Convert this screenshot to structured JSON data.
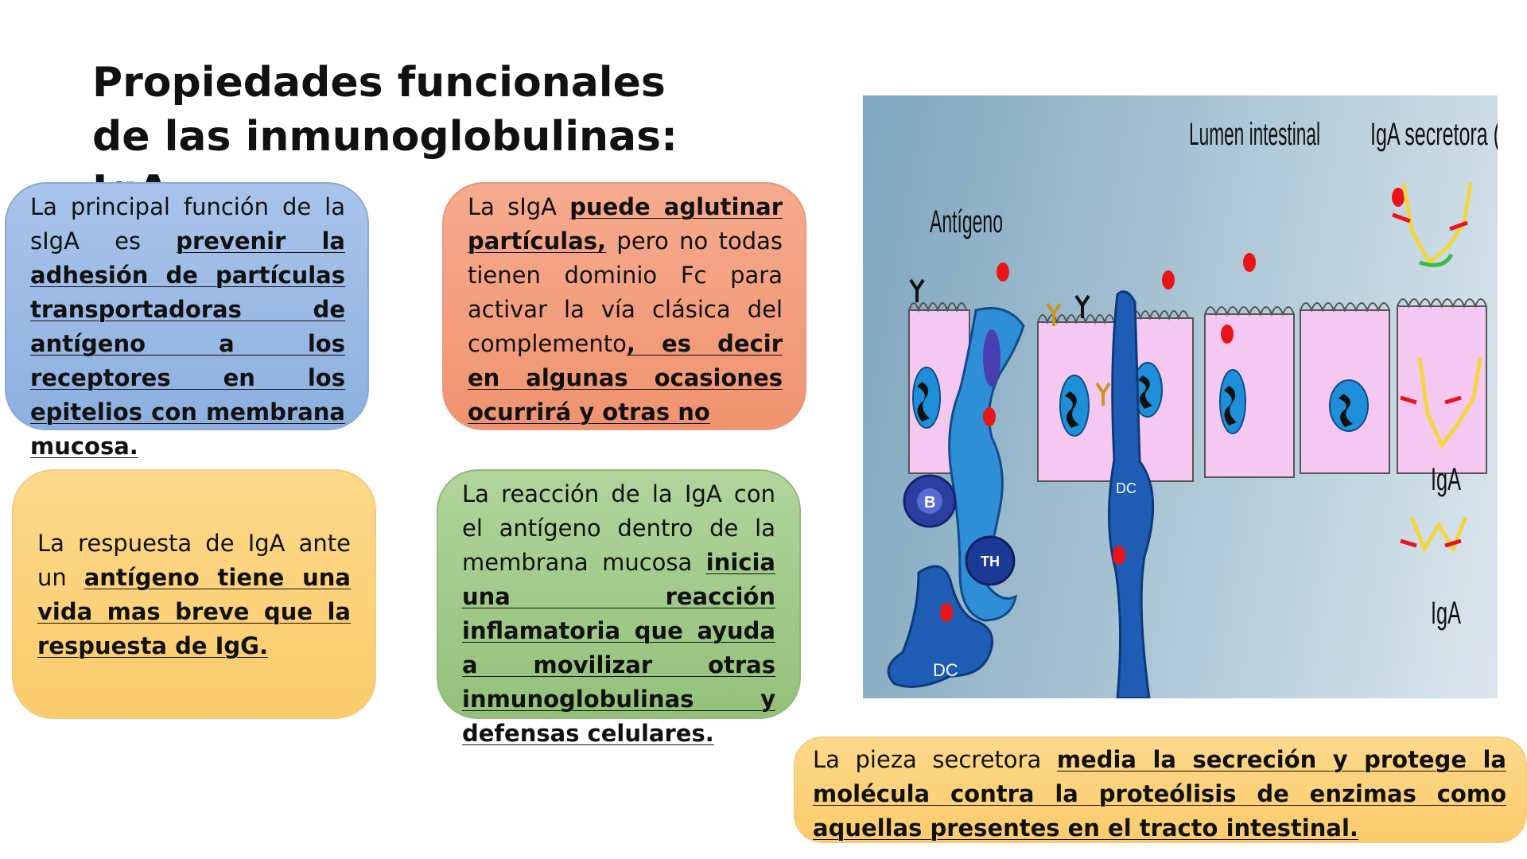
{
  "title": "Propiedades funcionales de las inmunoglobulinas: IgA",
  "boxes": {
    "blue": {
      "t1": "La principal función de la sIgA es ",
      "b1": "prevenir la adhesión de partículas transportadoras de antígeno a los receptores en los epitelios con membrana mucosa."
    },
    "orange": {
      "t1": "La sIgA ",
      "b1": "puede aglutinar partículas,",
      "t2": " pero no todas tienen dominio Fc para activar la vía clásica del complemento",
      "b2": ", es decir en algunas ocasiones ocurrirá y otras no"
    },
    "yellow": {
      "t1": "La respuesta de IgA ante un ",
      "b1": "antígeno tiene una vida mas breve que la respuesta de IgG."
    },
    "green": {
      "t1": "La reacción de la IgA con el antígeno dentro de la membrana mucosa ",
      "b1": "inicia una reacción inflamatoria que ayuda a movilizar otras inmunoglobulinas y defensas celulares."
    },
    "bottom": {
      "t1": "La pieza secretora ",
      "b1": "media la secreción y protege la molécula contra la proteólisis de enzimas como aquellas presentes en el tracto intestinal."
    }
  },
  "figure": {
    "label_lumen": "Lumen intestinal",
    "label_secretory": "IgA secretora (I",
    "label_antigen": "Antígeno",
    "label_iga_1": "IgA",
    "label_iga_2": "IgA",
    "label_dc_1": "DC",
    "label_dc_2": "DC",
    "label_b": "B",
    "label_th": "TH",
    "colors": {
      "epithelial_cell": "#f4c8f0",
      "nucleus": "#1e8fd8",
      "dendritic_cell": "#1f5db5",
      "antigen": "#e8141a",
      "antibody": "#f2d640"
    }
  }
}
